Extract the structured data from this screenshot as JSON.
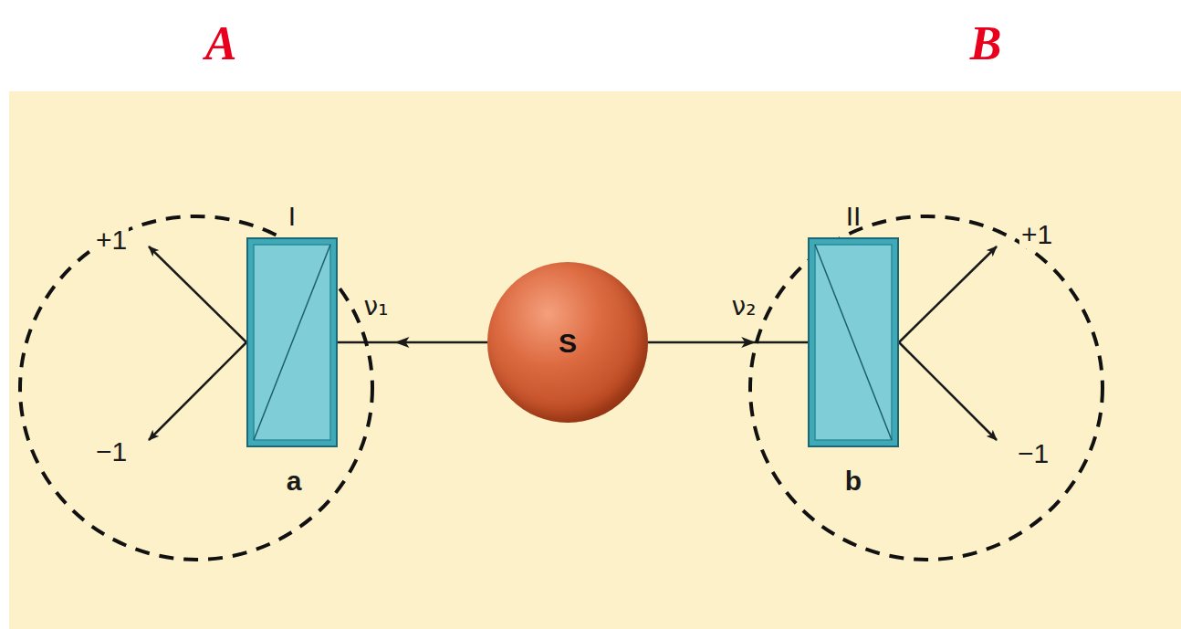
{
  "diagram": {
    "nodes": [
      {
        "text": [
          "A"
        ]
      },
      {
        "text": [
          "I",
          "a"
        ],
        "in": 0
      },
      {
        "text": [
          "S"
        ]
      },
      {
        "text": [
          "B"
        ]
      },
      {
        "text": [
          "II",
          "b"
        ],
        "in": 3
      }
    ],
    "edges": [
      {
        "from": 2,
        "to": 1,
        "label": "ν₁",
        "arrow": "to"
      },
      {
        "from": 2,
        "to": 4,
        "label": "ν₂",
        "arrow": "to"
      }
    ],
    "labels": [
      "+1",
      "−1",
      "+1",
      "−1"
    ]
  }
}
